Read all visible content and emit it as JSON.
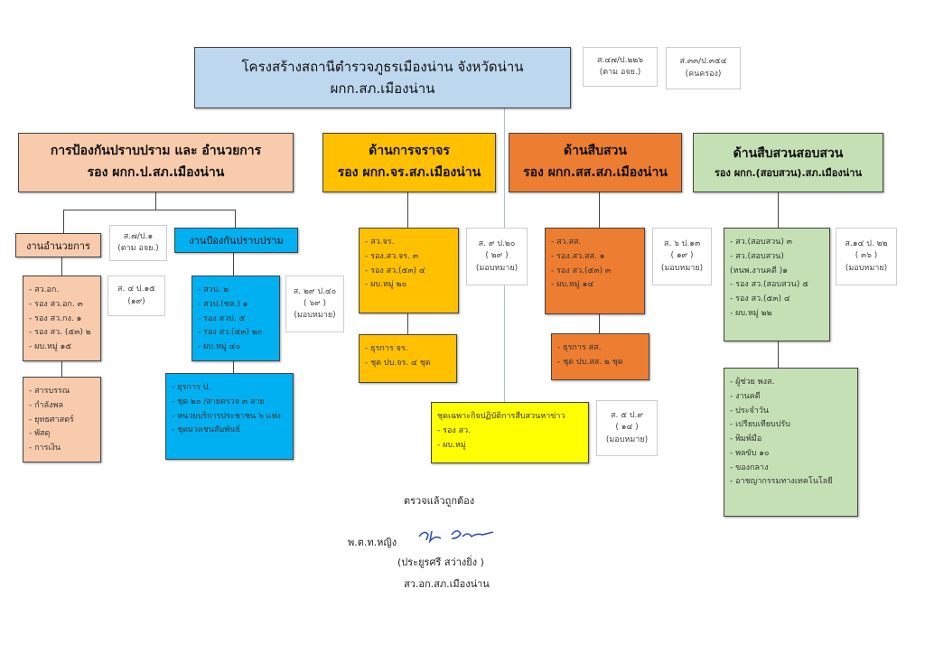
{
  "title": {
    "line1": "โครงสร้างสถานีตำรวจภูธรเมืองน่าน  จังหวัดน่าน",
    "line2": "ผกก.สภ.เมืองน่าน"
  },
  "top_notes": [
    [
      "ส.๔๗/ป.๒๒๖",
      "(ตาม อจย.)"
    ],
    [
      "ส.๓๓/ป.๓๕๔",
      "(คนครอง)"
    ]
  ],
  "divisions": {
    "prevention": {
      "line1": "การป้องกันปราบปราม และ อำนวยการ",
      "line2": "รอง ผกก.ป.สภ.เมืองน่าน"
    },
    "traffic": {
      "line1": "ด้านการจราจร",
      "line2": "รอง ผกก.จร.สภ.เมืองน่าน"
    },
    "investigation": {
      "line1": "ด้านสืบสวน",
      "line2": "รอง ผกก.สส.สภ.เมืองน่าน"
    },
    "inquiry": {
      "line1": "ด้านสืบสวนสอบสวน",
      "line2": "รอง ผกก.(สอบสวน).สภ.เมืองน่าน"
    }
  },
  "admin": {
    "title": "งานอำนวยการ",
    "note": [
      "ส.๗/ป.๑",
      "(ตาม อจย.)"
    ],
    "list": [
      "- สว.อก.",
      "- รอง สว.อก. ๓",
      "- รอง สว.กง.  ๑",
      "- รอง สว. (๕๓) ๒",
      "- ผบ.หมู่  ๑๕"
    ],
    "list_note": [
      "ส. ๔ ป.๑๕",
      "(๑๙)"
    ],
    "sub": [
      "- สารบรรณ",
      "- กำลังพล",
      "- ยุทธศาสตร์",
      "- พัสดุ",
      "- การเงิน"
    ]
  },
  "prevent": {
    "title": "งานป้องกันปราบปราม",
    "list": [
      "- สวป. ๒",
      "- สวป.(ชส.) ๑",
      "- รอง สวป. ๕",
      "- รอง สว.(๕๓) ๒๐",
      "- ผบ.หมู่  ๔๐"
    ],
    "list_note": [
      "ส. ๒๙ ป.๔๐",
      "( ๖๙ )",
      "(มอบหมาย)"
    ],
    "sub": [
      "- ธุรการ ป.",
      "- ชุด ๒๐ /สายตรวจ ๓ สาย",
      "- หน่วยบริการประชาชน ๖ แห่ง",
      "- ชุดมวลชนสัมพันธ์"
    ]
  },
  "traffic": {
    "list": [
      "- สว.จร.",
      "- รอง.สว.จร. ๓",
      "- รอง สว.(๕๓) ๔",
      "- ผบ.หมู่  ๒๐"
    ],
    "list_note": [
      "ส. ๙ ป.๒๐",
      "( ๒๙ )",
      "(มอบหมาย)"
    ],
    "sub": [
      "- ธุรการ จร.",
      "- ชุด ปบ.จร.  ๔ ชุด"
    ]
  },
  "investigation": {
    "list": [
      "- สว.สส.",
      "- รอง.สว.สส. ๑",
      "- รอง สว.(๕๓) ๓",
      "- ผบ.หมู่  ๑๔"
    ],
    "list_note": [
      "ส. ๖ ป.๑๓",
      "( ๑๙ )",
      "(มอบหมาย)"
    ],
    "sub": [
      "- ธุรการ สส.",
      "- ชุด ปบ.สส. ๒ ชุด"
    ]
  },
  "special": {
    "list": [
      "ชุดเฉพาะกิจปฏิบัติการสืบสวนหาข่าว",
      "- รอง สว.",
      "- ผบ.หมู่"
    ],
    "note": [
      "ส. ๕ ป.๙",
      "( ๑๔ )",
      "(มอบหมาย)"
    ]
  },
  "inquiry": {
    "list": [
      "- สว.(สอบสวน) ๓",
      "- สว.(สอบสวน)",
      "  (หนพ.งานคดี )๑",
      "- รอง สว.(สอบสวน)  ๕",
      "- รอง สว.(๕๓) ๔",
      "- ผบ.หมู่  ๒๒"
    ],
    "list_note": [
      "ส.๑๔ ป. ๒๒",
      "( ๓๖ )",
      "(มอบหมาย)"
    ],
    "sub": [
      "- ผู้ช่วย พงส.",
      "- งานคดี",
      "- ประจำวัน",
      "- เปรียบเทียบปรับ",
      "- พิมพ์มือ",
      "- พลขับ ๑๐",
      "- ของกลาง",
      "- อาชญากรรมทางเทคโนโลยี"
    ]
  },
  "signature": {
    "verified": "ตรวจแล้วถูกต้อง",
    "rank": "พ.ต.ท.หญิง",
    "name": "(ประยูรศรี  สว่างยิ่ง )",
    "position": "สว.อก.สภ.เมืองน่าน",
    "signature_text": "ประยูรศรี"
  },
  "colors": {
    "title": "#bdd7ee",
    "prevention": "#f8cbad",
    "traffic": "#ffc000",
    "investigation": "#ed7d31",
    "inquiry": "#c5e0b4",
    "prevent_unit": "#00b0f0",
    "special": "#ffff00"
  }
}
